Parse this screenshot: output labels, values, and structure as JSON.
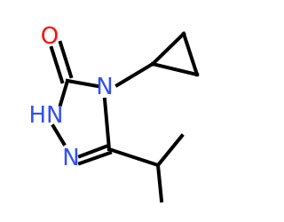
{
  "molecule": {
    "atoms": {
      "oxygen": "O",
      "n_ring_4": "N",
      "n_ring_1": "HN",
      "n_ring_2": "N"
    },
    "colors": {
      "bond": "#000000",
      "oxygen": "#ff0d0d",
      "nitrogen": "#3050f8"
    }
  }
}
